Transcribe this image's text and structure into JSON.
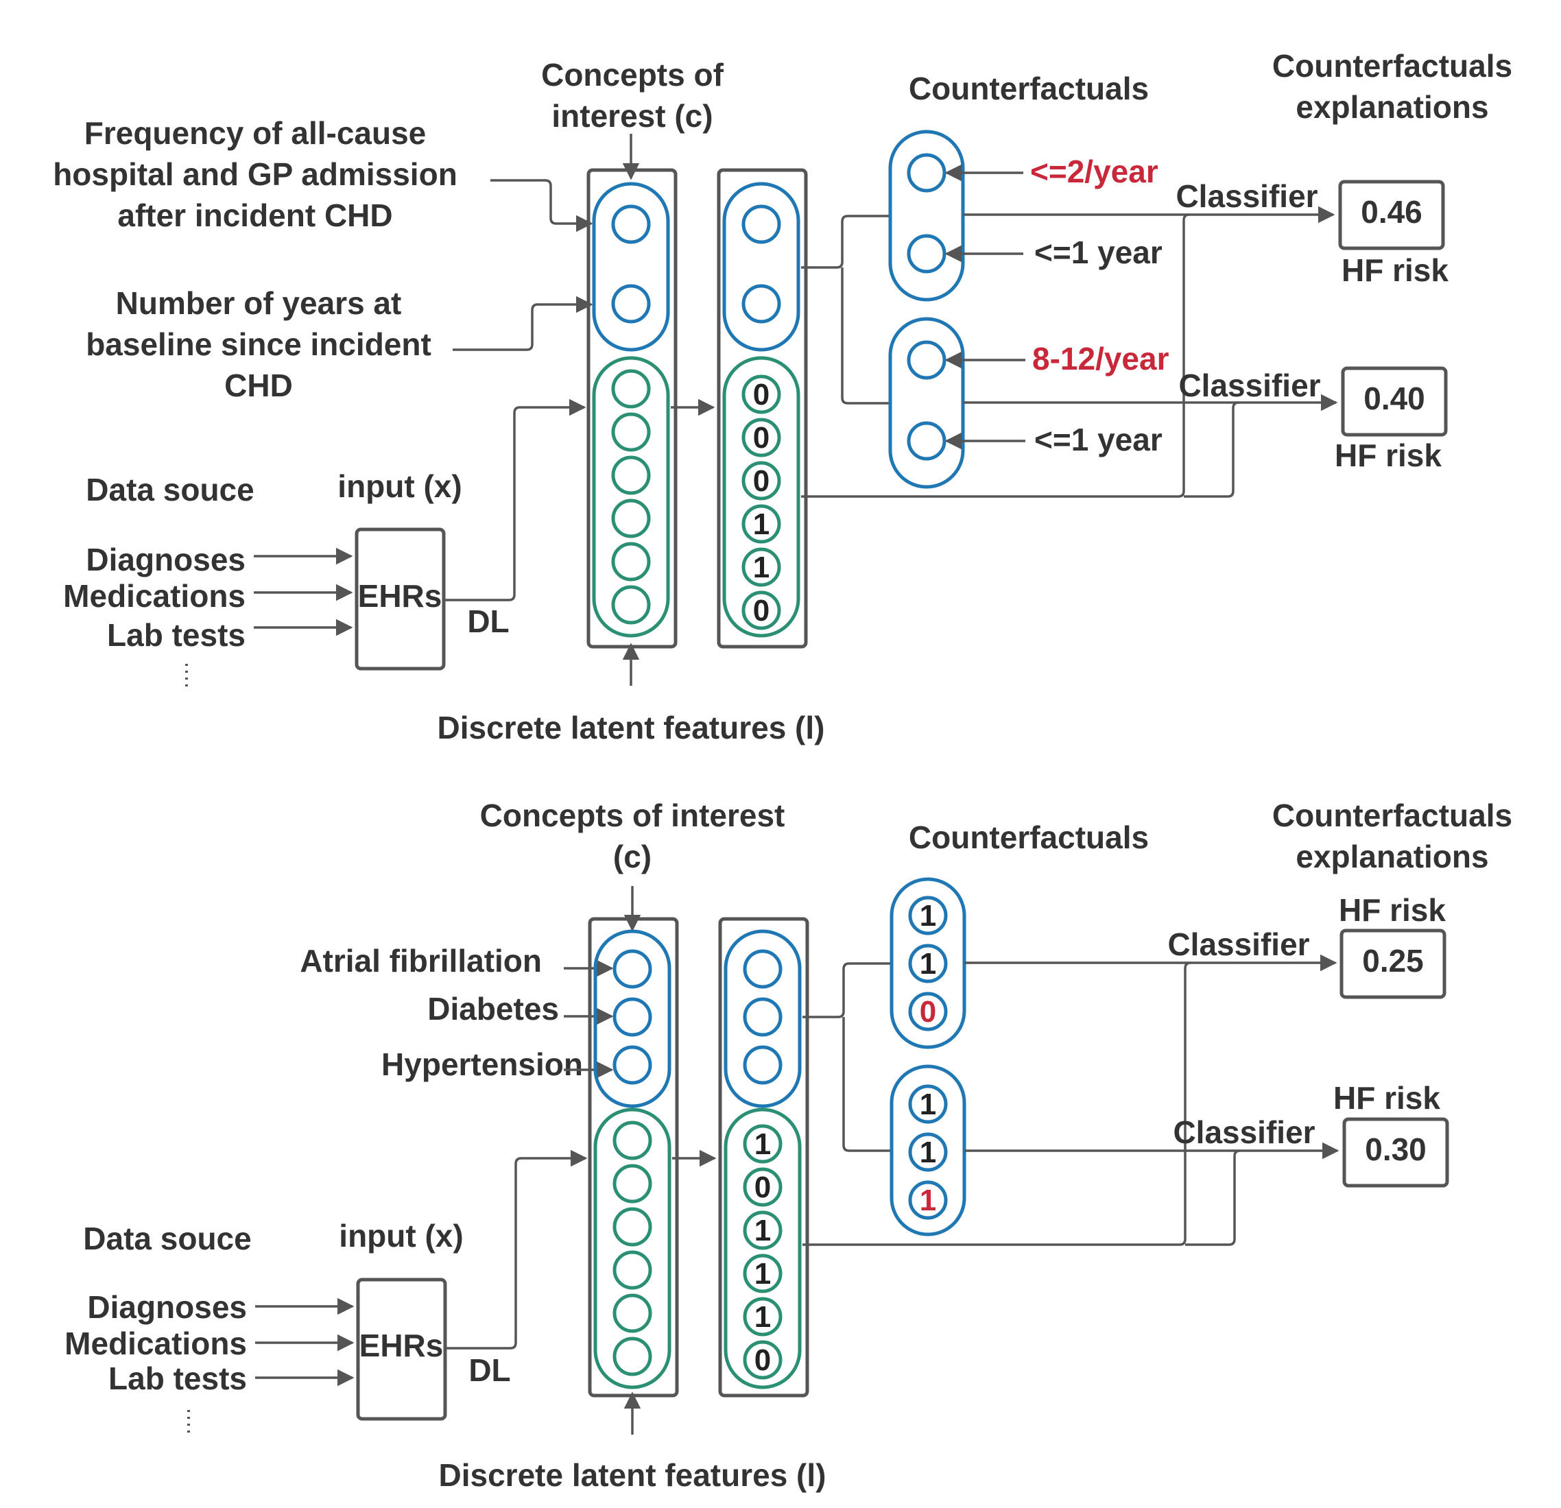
{
  "panels": [
    {
      "concepts_title": [
        "Concepts of",
        "interest (c)"
      ],
      "concept_labels": [
        [
          "Frequency of all-cause",
          "hospital and GP admission",
          "after incident CHD"
        ],
        [
          "Number of years at",
          "baseline since incident",
          "CHD"
        ]
      ],
      "counterfactuals_title": "Counterfactuals",
      "explanations_title": [
        "Counterfactuals",
        "explanations"
      ],
      "data_source_title": "Data souce",
      "input_title": "input (x)",
      "sources": [
        "Diagnoses",
        "Medications",
        "Lab tests"
      ],
      "ehr_label": "EHRs",
      "dl_label": "DL",
      "latent_title": "Discrete latent features (l)",
      "latent_values": [
        "0",
        "0",
        "0",
        "1",
        "1",
        "0"
      ],
      "counterfactual_groups": [
        {
          "inputs": [
            {
              "text": "<=2/year",
              "highlight": true
            },
            {
              "text": "<=1 year",
              "highlight": false
            }
          ],
          "classifier_label": "Classifier",
          "risk_value": "0.46",
          "risk_label": "HF risk"
        },
        {
          "inputs": [
            {
              "text": "8-12/year",
              "highlight": true
            },
            {
              "text": "<=1 year",
              "highlight": false
            }
          ],
          "classifier_label": "Classifier",
          "risk_value": "0.40",
          "risk_label": "HF risk"
        }
      ]
    },
    {
      "concepts_title": [
        "Concepts of interest",
        "(c)"
      ],
      "concept_labels": [
        [
          "Atrial fibrillation"
        ],
        [
          "Diabetes"
        ],
        [
          "Hypertension"
        ]
      ],
      "counterfactuals_title": "Counterfactuals",
      "explanations_title": [
        "Counterfactuals",
        "explanations"
      ],
      "data_source_title": "Data souce",
      "input_title": "input (x)",
      "sources": [
        "Diagnoses",
        "Medications",
        "Lab tests"
      ],
      "ehr_label": "EHRs",
      "dl_label": "DL",
      "latent_title": "Discrete latent features (l)",
      "latent_values": [
        "1",
        "0",
        "1",
        "1",
        "1",
        "0"
      ],
      "counterfactual_groups": [
        {
          "values": [
            {
              "text": "1",
              "highlight": false
            },
            {
              "text": "1",
              "highlight": false
            },
            {
              "text": "0",
              "highlight": true
            }
          ],
          "classifier_label": "Classifier",
          "risk_value": "0.25",
          "risk_label": "HF risk"
        },
        {
          "values": [
            {
              "text": "1",
              "highlight": false
            },
            {
              "text": "1",
              "highlight": false
            },
            {
              "text": "1",
              "highlight": true
            }
          ],
          "classifier_label": "Classifier",
          "risk_value": "0.30",
          "risk_label": "HF risk"
        }
      ]
    }
  ],
  "colors": {
    "concept_outline": "#1f77b4",
    "latent_outline": "#2a8f73",
    "highlight_text": "#c8283a",
    "line": "#555555",
    "text": "#333333"
  }
}
